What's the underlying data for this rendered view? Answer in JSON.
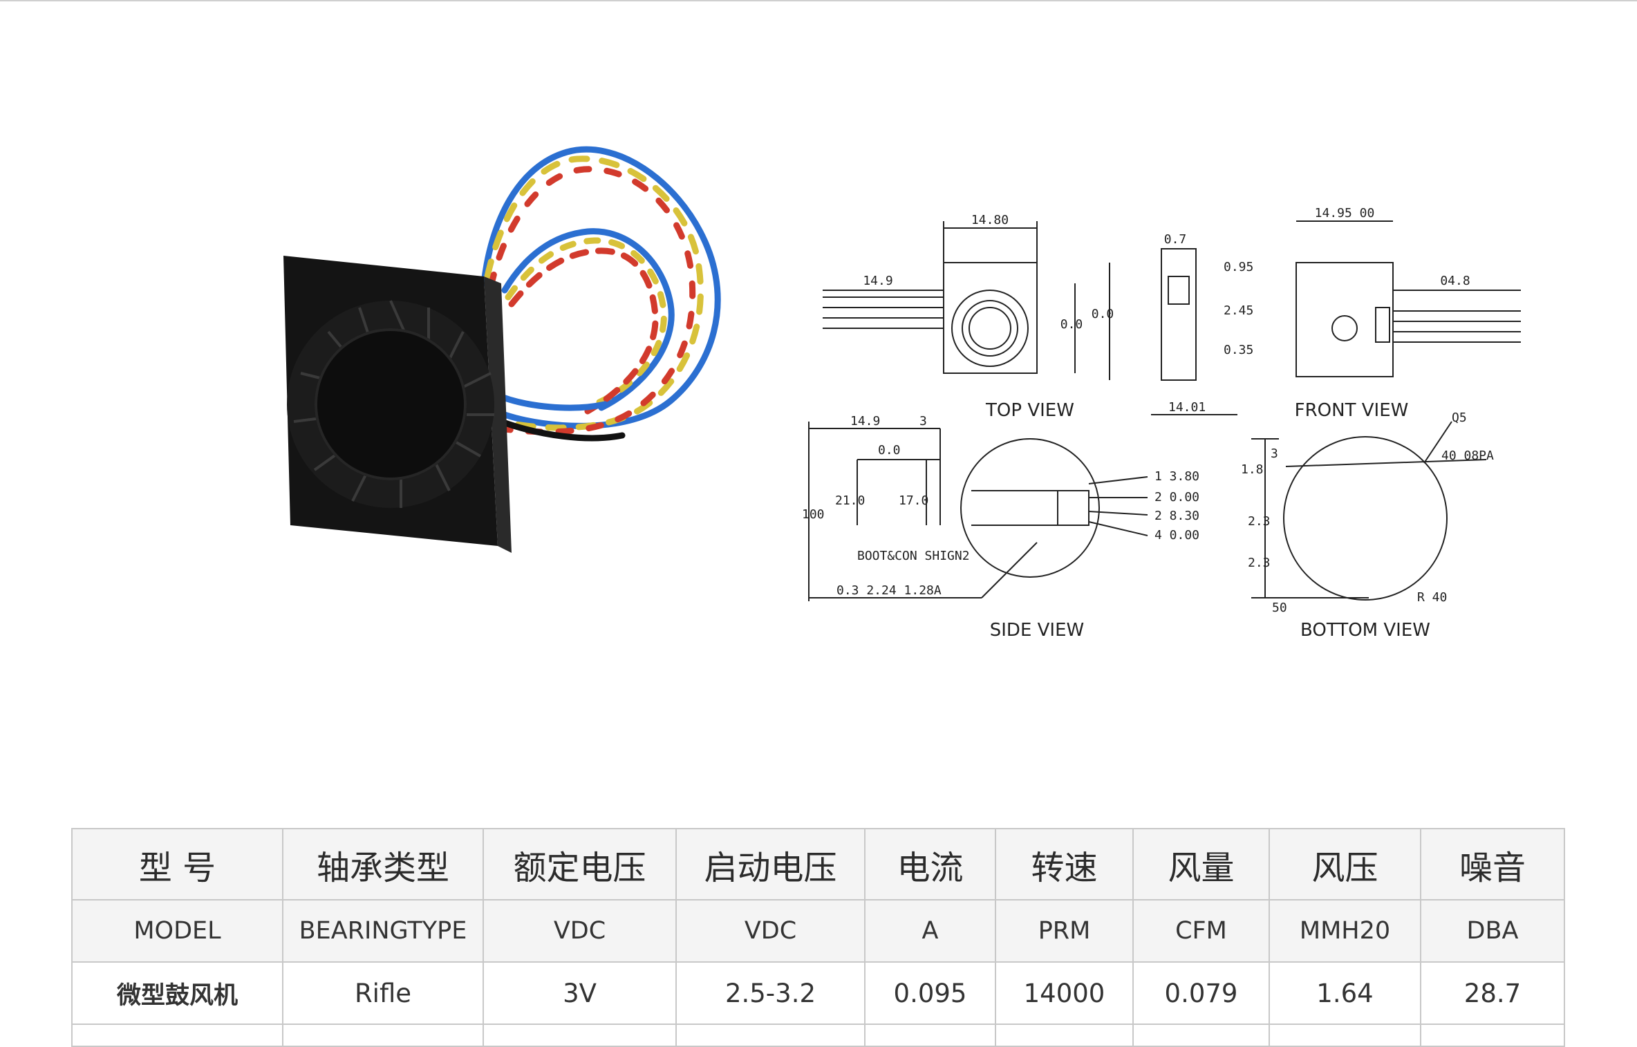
{
  "drawing": {
    "views": {
      "top": "TOP VIEW",
      "front": "FRONT VIEW",
      "side": "SIDE VIEW",
      "bottom": "BOTTOM VIEW"
    },
    "dims": {
      "top_width": "14.80",
      "top_wire": "14.9",
      "top_height_a": "0.0",
      "top_height_b": "0.0",
      "side_a": "0.7",
      "side_b": "0.95",
      "side_c": "2.45",
      "side_d": "0.35",
      "side_e": "14.01",
      "front_width": "14.95 00",
      "front_wire": "04.8",
      "sv_w1": "14.9",
      "sv_w2": "3",
      "sv_inner": "0.0",
      "sv_h1": "100",
      "sv_h2": "21.0",
      "sv_h3": "17.0",
      "sv_bottom": "0.3   2.24 1.28A",
      "sv_note": "BOOT&CON SHIGN2",
      "pin1": "1 3.80",
      "pin2": "2 0.00",
      "pin3": "2 8.30",
      "pin4": "4 0.00",
      "bv_top": "3",
      "bv_a": "1.8",
      "bv_b": "2.3",
      "bv_c": "2.3",
      "bv_d": "50",
      "bv_e": "R 40",
      "bv_f": "40 08PA",
      "bv_g": "Q5"
    }
  },
  "table": {
    "columns": [
      {
        "cn": "型 号",
        "en": "MODEL",
        "value": "微型鼓风机"
      },
      {
        "cn": "轴承类型",
        "en": "BEARINGTYPE",
        "value": "Rifle"
      },
      {
        "cn": "额定电压",
        "en": "VDC",
        "value": "3V"
      },
      {
        "cn": "启动电压",
        "en": "VDC",
        "value": "2.5-3.2"
      },
      {
        "cn": "电流",
        "en": "A",
        "value": "0.095"
      },
      {
        "cn": "转速",
        "en": "PRM",
        "value": "14000"
      },
      {
        "cn": "风量",
        "en": "CFM",
        "value": "0.079"
      },
      {
        "cn": "风压",
        "en": "MMH20",
        "value": "1.64"
      },
      {
        "cn": "噪音",
        "en": "DBA",
        "value": "28.7"
      }
    ]
  }
}
